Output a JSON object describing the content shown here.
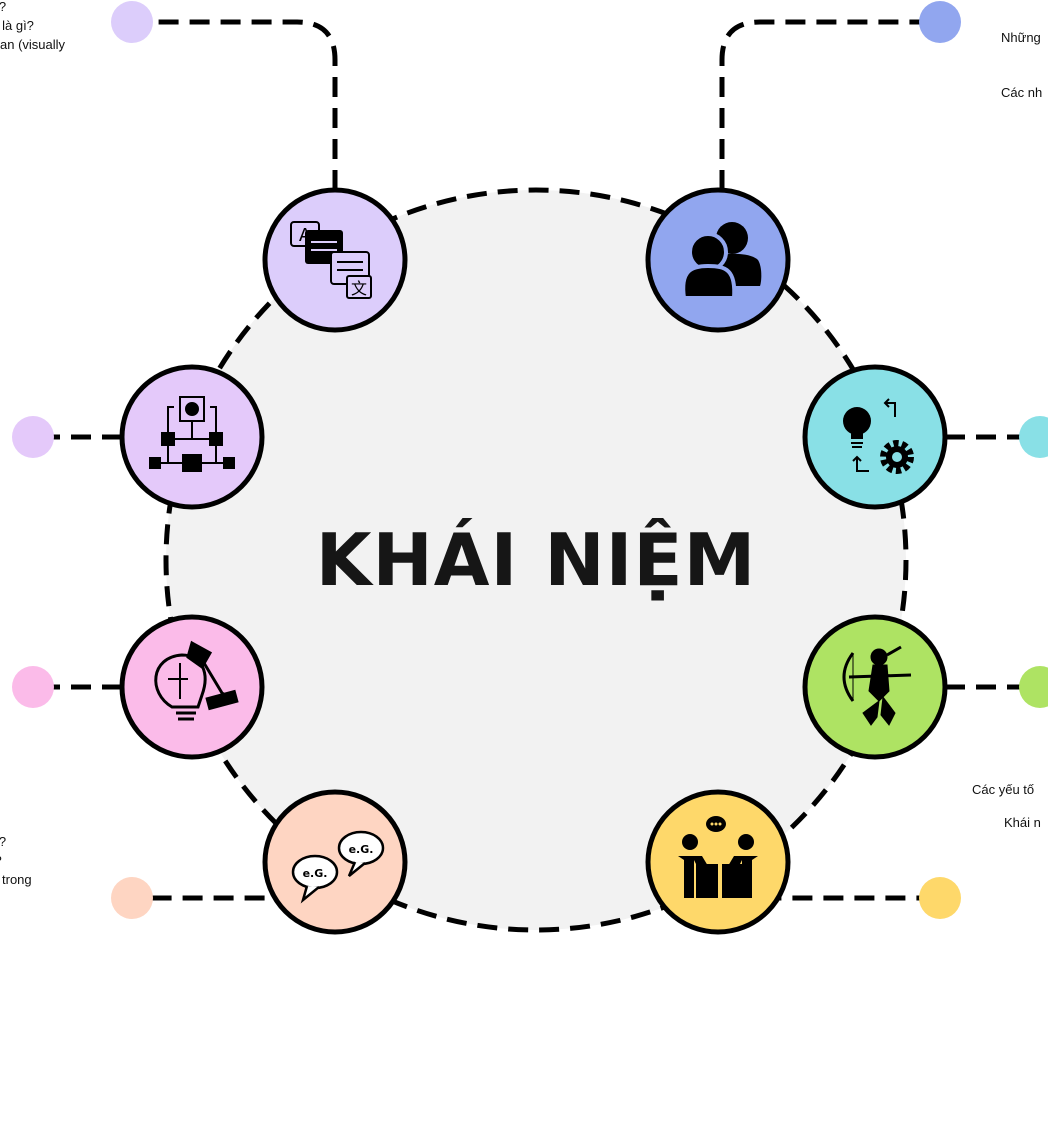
{
  "title": "KHÁI NIỆM",
  "colors": {
    "lavender": "#dccdfb",
    "violet": "#e4c9fa",
    "pink": "#fbbbe9",
    "peach": "#fed5c2",
    "blue": "#91a6ef",
    "cyan": "#89e0e6",
    "green": "#aee363",
    "yellow": "#fed86a",
    "center": "#f2f2f2",
    "line": "#000000"
  },
  "nodes": [
    {
      "id": "translate",
      "icon": "translate-icon",
      "color": "lavender"
    },
    {
      "id": "flowchart",
      "icon": "flowchart-icon",
      "color": "violet"
    },
    {
      "id": "idea-puzzle",
      "icon": "lightbulb-puzzle-icon",
      "color": "pink"
    },
    {
      "id": "examples",
      "icon": "example-speech-bubbles-icon",
      "color": "peach"
    },
    {
      "id": "audience",
      "icon": "users-icon",
      "color": "blue"
    },
    {
      "id": "idea-process",
      "icon": "lightbulb-gear-icon",
      "color": "cyan"
    },
    {
      "id": "archer",
      "icon": "archer-icon",
      "color": "green"
    },
    {
      "id": "discussion",
      "icon": "two-people-talking-icon",
      "color": "yellow"
    }
  ],
  "texts": {
    "top_left": [
      "gì?",
      "y là gì?",
      "an (visually"
    ],
    "bottom_left": [
      "gì?",
      "y?",
      "trong"
    ],
    "top_right": [
      "Những",
      "Các nh"
    ],
    "right_mid": [
      "Các yếu tố",
      "Khái n"
    ]
  }
}
